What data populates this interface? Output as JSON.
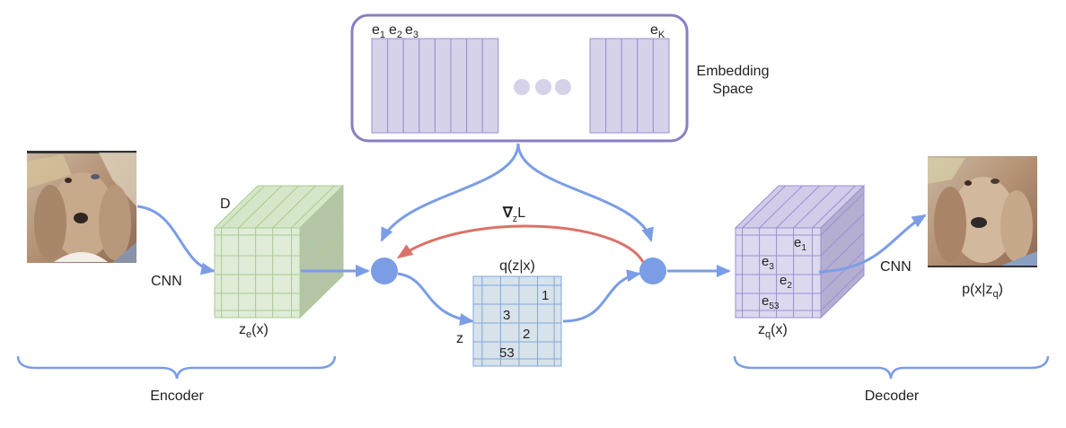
{
  "embedding_space": {
    "label_line1": "Embedding",
    "label_line2": "Space",
    "vector_labels": [
      "e",
      "e",
      "e"
    ],
    "vector_subscripts": [
      "1",
      "2",
      "3"
    ],
    "last_vector_label": "e",
    "last_vector_subscript": "K"
  },
  "encoder": {
    "cnn_label": "CNN",
    "depth_label": "D",
    "output_label": "z",
    "output_subscript": "e",
    "output_suffix": "(x)",
    "section_label": "Encoder"
  },
  "quantizer": {
    "gradient_label": "∇",
    "gradient_subscript": "z",
    "gradient_suffix": "L",
    "posterior_label": "q(z|x)",
    "z_label": "z",
    "grid_values": [
      "1",
      "3",
      "2",
      "53"
    ]
  },
  "decoder": {
    "input_label": "z",
    "input_subscript": "q",
    "input_suffix": "(x)",
    "cube_labels": [
      {
        "base": "e",
        "sub": "1"
      },
      {
        "base": "e",
        "sub": "3"
      },
      {
        "base": "e",
        "sub": "2"
      },
      {
        "base": "e",
        "sub": "53"
      }
    ],
    "cnn_label": "CNN",
    "output_prefix": "p(x|z",
    "output_subscript": "q",
    "output_suffix": ")",
    "section_label": "Decoder"
  },
  "colors": {
    "arrow_blue": "#7b9de6",
    "gradient_red": "#d9736a",
    "embedding_border": "#8b7fc2",
    "embedding_fill": "#d6d2ea",
    "encoder_cube": "#e0ebd8",
    "decoder_cube": "#dcd8ee",
    "grid_fill": "#d8e2ea"
  }
}
